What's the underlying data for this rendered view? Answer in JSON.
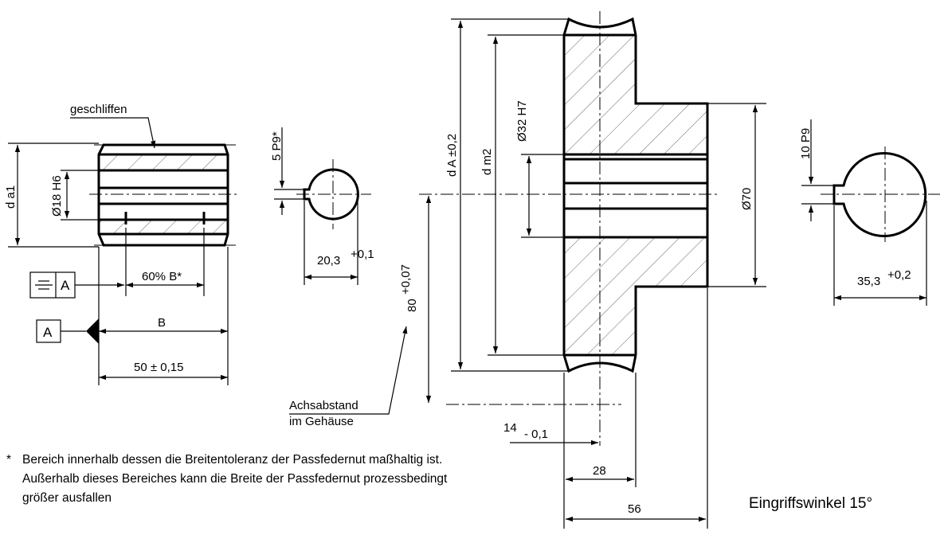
{
  "rack_view": {
    "ground_label": "geschliffen",
    "diameter_label": "d a1",
    "bore_label": "Ø18 H6",
    "symmetry_ref": "A",
    "keyway_range_label": "60% B*",
    "datum_label": "A",
    "width_label": "B",
    "length_label": "50 ± 0,15"
  },
  "small_hub": {
    "keyway_label": "5 P9*",
    "depth_label": "20,3",
    "depth_tol": "+0,1"
  },
  "gear_view": {
    "tip_dia_label": "d A ±0,2",
    "pitch_dia_label": "d m2",
    "bore_label": "Ø32 H7",
    "hub_dia_label": "Ø70",
    "center_dist_label": "80",
    "center_dist_tol": "+0,07",
    "center_dist_note_1": "Achsabstand",
    "center_dist_note_2": "im Gehäuse",
    "offset_label": "14",
    "offset_tol": "- 0,1",
    "face_width_label": "28",
    "hub_length_label": "56"
  },
  "large_hub": {
    "keyway_label": "10 P9",
    "depth_label": "35,3",
    "depth_tol": "+0,2"
  },
  "footnote": {
    "marker": "*",
    "line1": "Bereich innerhalb dessen die Breitentoleranz der Passfedernut maßhaltig ist.",
    "line2": "Außerhalb dieses Bereiches kann die Breite der Passfedernut prozessbedingt",
    "line3": "größer ausfallen"
  },
  "pressure_angle": "Eingriffswinkel 15°"
}
